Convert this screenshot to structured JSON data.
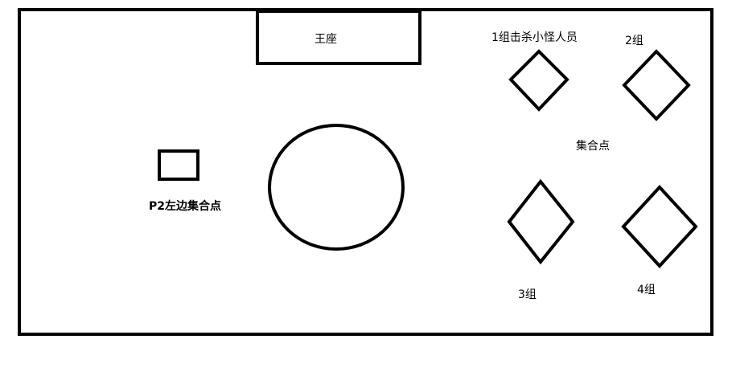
{
  "colors": {
    "stroke": "#000000",
    "background": "#ffffff"
  },
  "throne": {
    "label": "王座"
  },
  "p2_left": {
    "label": "P2左边集合点"
  },
  "gathering_point": {
    "label": "集合点"
  },
  "groups": {
    "group1": {
      "label": "1组击杀小怪人员"
    },
    "group2": {
      "label": "2组"
    },
    "group3": {
      "label": "3组"
    },
    "group4": {
      "label": "4组"
    }
  }
}
